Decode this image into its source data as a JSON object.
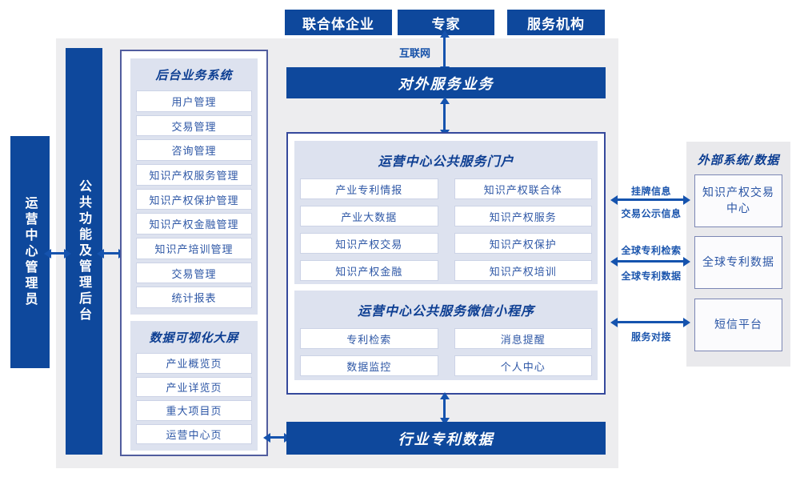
{
  "top_actors": {
    "consortium": "联合体企业",
    "experts": "专家",
    "agencies": "服务机构"
  },
  "internet_label": "互联网",
  "external_service_bar": "对外服务业务",
  "industry_patent_bar": "行业专利数据",
  "left_rail": {
    "admin_bar": "运营中心管理员",
    "mgmt_bar": "公共功能及管理后台"
  },
  "backend_panel": {
    "title": "后台业务系统",
    "items": [
      "用户管理",
      "交易管理",
      "咨询管理",
      "知识产权服务管理",
      "知识产权保护管理",
      "知识产权金融管理",
      "知识产培训管理",
      "交易管理",
      "统计报表"
    ]
  },
  "dashboard_panel": {
    "title": "数据可视化大屏",
    "items": [
      "产业概览页",
      "产业详览页",
      "重大项目页",
      "运营中心页"
    ]
  },
  "portal_panel": {
    "title": "运营中心公共服务门户",
    "items": [
      "产业专利情报",
      "知识产权联合体",
      "产业大数据",
      "知识产权服务",
      "知识产权交易",
      "知识产权保护",
      "知识产权金融",
      "知识产权培训"
    ]
  },
  "miniprogram_panel": {
    "title": "运营中心公共服务微信小程序",
    "items": [
      "专利检索",
      "消息提醒",
      "数据监控",
      "个人中心"
    ]
  },
  "external_systems": {
    "title": "外部系统/数据",
    "boxes": [
      "知识产权交易中心",
      "全球专利数据",
      "短信平台"
    ],
    "links": [
      {
        "top": "挂牌信息",
        "bottom": "交易公示信息"
      },
      {
        "top": "全球专利检索",
        "bottom": "全球专利数据"
      },
      {
        "bottom": "服务对接"
      }
    ]
  },
  "colors": {
    "primary_blue": "#0e489c",
    "arrow_blue": "#1553ae",
    "panel_bg": "#dde2ef",
    "background_gray": "#ededef",
    "header_text": "#0d3e92",
    "item_text": "#2e57a6",
    "link_text": "#1b55ad"
  }
}
